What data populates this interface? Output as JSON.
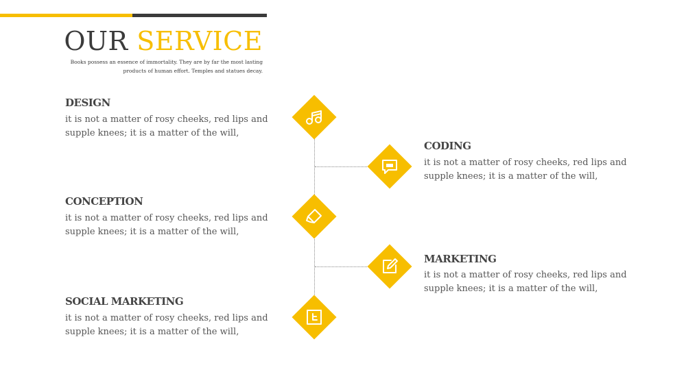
{
  "header": {
    "title_main": "OUR",
    "title_accent": "SERVICE",
    "subtitle_line1": "Books possess an essence of immortality.  They are by far the most lasting",
    "subtitle_line2": "products of human effort. Temples and statues decay."
  },
  "colors": {
    "accent": "#f7be00",
    "dark": "#3b3b3b",
    "text": "#555555"
  },
  "services": [
    {
      "title": "DESIGN",
      "line1": "it is not a matter of rosy cheeks, red lips and",
      "line2": "supple knees; it is a matter of the will,",
      "icon": "music-icon"
    },
    {
      "title": "CODING",
      "line1": "it is not a matter of rosy cheeks, red lips and",
      "line2": "supple knees; it is a matter of the will,",
      "icon": "chat-icon"
    },
    {
      "title": "CONCEPTION",
      "line1": "it is not a matter of rosy cheeks, red lips and",
      "line2": "supple knees; it is a matter of the will,",
      "icon": "eraser-icon"
    },
    {
      "title": "MARKETING",
      "line1": "it is not a matter of rosy cheeks, red lips and",
      "line2": "supple knees; it is a matter of the will,",
      "icon": "edit-icon"
    },
    {
      "title": "SOCIAL MARKETING",
      "line1": "it is not a matter of rosy cheeks, red lips and",
      "line2": "supple knees; it is a matter of the will,",
      "icon": "twitter-icon"
    }
  ]
}
